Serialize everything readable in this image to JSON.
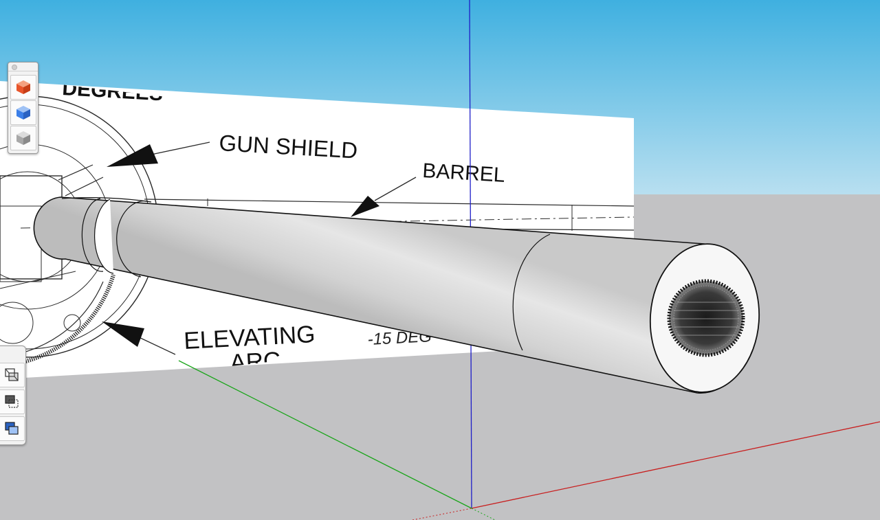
{
  "scene": {
    "sky_colors": [
      "#3fb0e0",
      "#b8dff0"
    ],
    "ground_color": "#c2c2c4",
    "axis_colors": {
      "blue": "#1d1dc8",
      "green": "#1aa51a",
      "red": "#c81d1d"
    }
  },
  "reference_image": {
    "labels": {
      "gun_shield": "GUN SHIELD",
      "barrel": "BARREL",
      "elevating": "ELEVATING",
      "arc_partial": "ARC",
      "top_partial": "DEGREES",
      "degrees_partial": "-15 DEG"
    }
  },
  "style_toolbar": {
    "buttons": [
      {
        "icon": "red-style-cube-icon",
        "color": "#e8552b"
      },
      {
        "icon": "blue-style-cube-icon",
        "color": "#3b7fe8"
      },
      {
        "icon": "gray-style-cube-icon",
        "color": "#a8a8a8"
      }
    ]
  },
  "face_style_toolbar": {
    "buttons": [
      {
        "icon": "xray-face-style-icon"
      },
      {
        "icon": "back-edges-face-style-icon"
      },
      {
        "icon": "shaded-face-style-icon"
      }
    ]
  }
}
